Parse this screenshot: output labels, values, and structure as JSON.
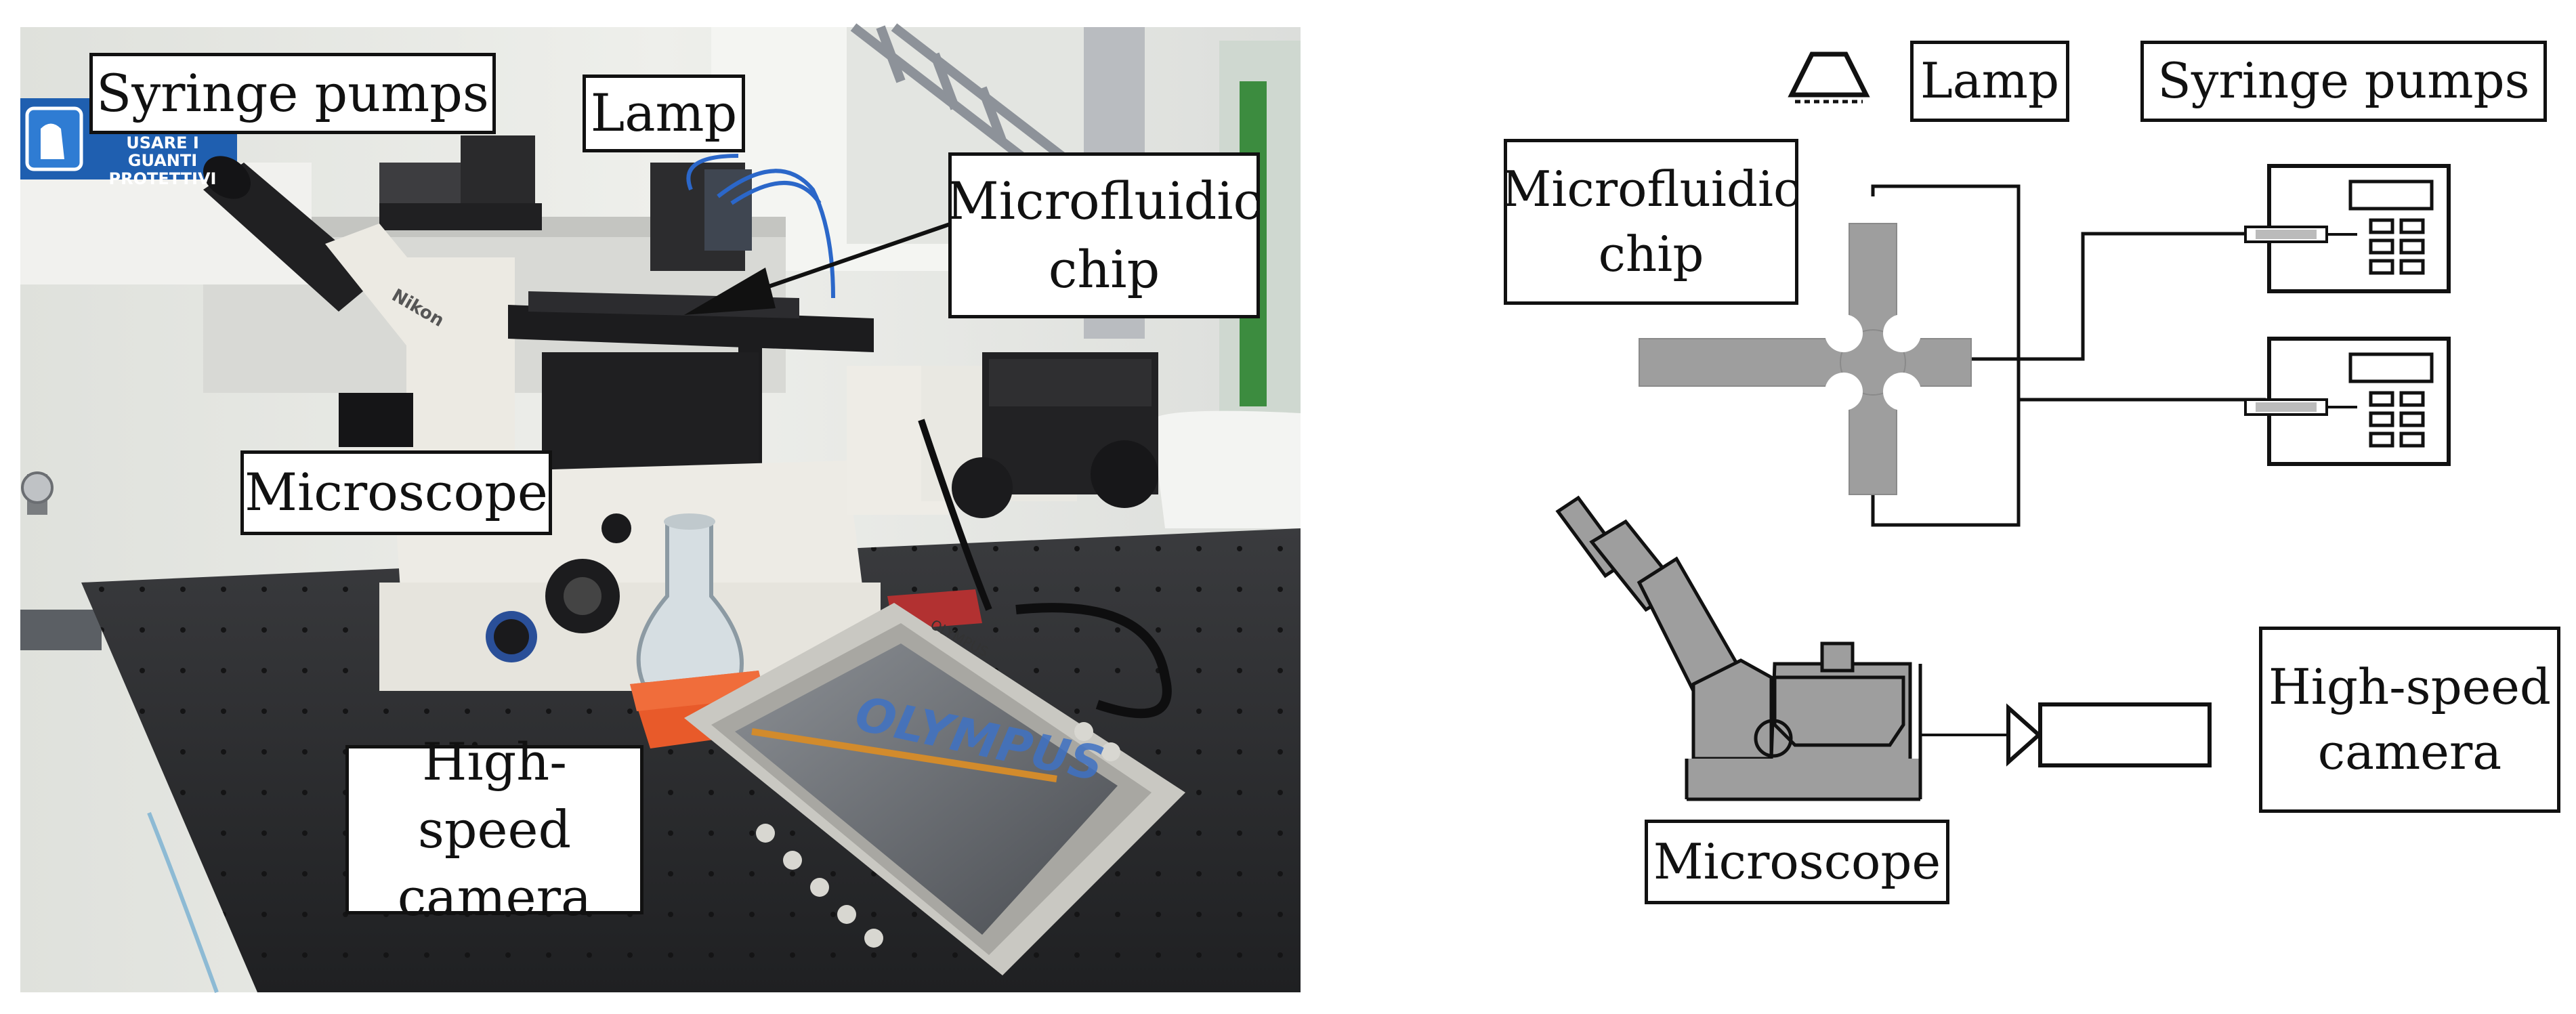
{
  "photo_labels": {
    "syringe_pumps": "Syringe pumps",
    "lamp": "Lamp",
    "microfluidic_chip": "Microfluidic\nchip",
    "microscope": "Microscope",
    "high_speed_camera": "High-speed\ncamera"
  },
  "photo_text": {
    "safety_sign": "USARE I GUANTI\nPROTETTIVI",
    "microscope_brand": "Nikon",
    "camera_brand": "OLYMPUS",
    "camera_logo": "OLYMPUS"
  },
  "schematic_labels": {
    "lamp": "Lamp",
    "syringe_pumps": "Syringe pumps",
    "microfluidic_chip": "Microfluidic\nchip",
    "high_speed_camera": "High-speed\ncamera",
    "microscope": "Microscope"
  },
  "colors": {
    "device_gray": "#9e9e9e",
    "outline": "#111111",
    "lab_bench": "#2b2b2d",
    "wall": "#e9eae6",
    "microscope_body": "#ece9e2",
    "camera_orange": "#e85a2a"
  }
}
